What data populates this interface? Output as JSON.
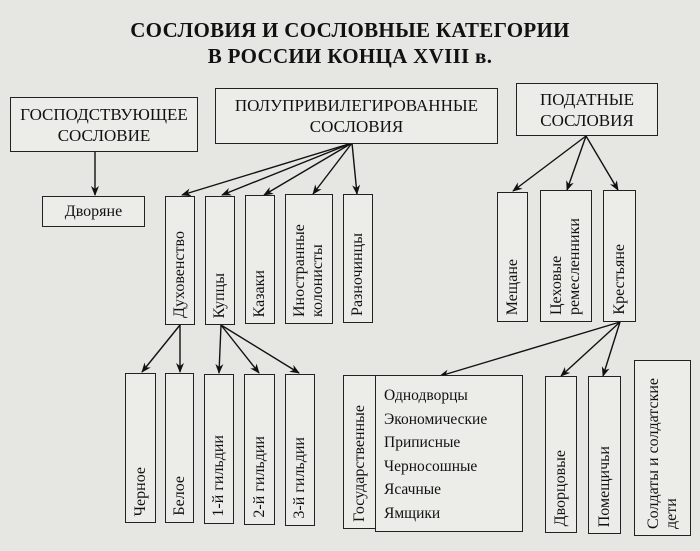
{
  "title": {
    "line1": "СОСЛОВИЯ И СОСЛОВНЫЕ КАТЕГОРИИ",
    "line2": "В РОССИИ КОНЦА XVIII в."
  },
  "groups": {
    "ruling": {
      "line1": "ГОСПОДСТВУЮЩЕЕ",
      "line2": "СОСЛОВИЕ"
    },
    "semi": {
      "line1": "ПОЛУПРИВИЛЕГИРОВАННЫЕ",
      "line2": "СОСЛОВИЯ"
    },
    "taxable": {
      "line1": "ПОДАТНЫЕ",
      "line2": "СОСЛОВИЯ"
    }
  },
  "estates": {
    "nobility": "Дворяне",
    "clergy": "Духовенство",
    "merchants": "Купцы",
    "cossacks": "Казаки",
    "colonists": "Иностранные колонисты",
    "raznochintsy": "Разночинцы",
    "townspeople": "Мещане",
    "artisans": "Цеховые ремесленники",
    "peasants": "Крестьяне"
  },
  "subcategories": {
    "black_clergy": "Черное",
    "white_clergy": "Белое",
    "guild1": "1-й гильдии",
    "guild2": "2-й гильдии",
    "guild3": "3-й гильдии",
    "state": "Государственные",
    "state_list": [
      "Однодворцы",
      "Экономические",
      "Приписные",
      "Черносошные",
      "Ясачные",
      "Ямщики"
    ],
    "palace": "Дворцовые",
    "landlord": "Помещичьи",
    "soldiers": "Солдаты и солдатские дети"
  }
}
